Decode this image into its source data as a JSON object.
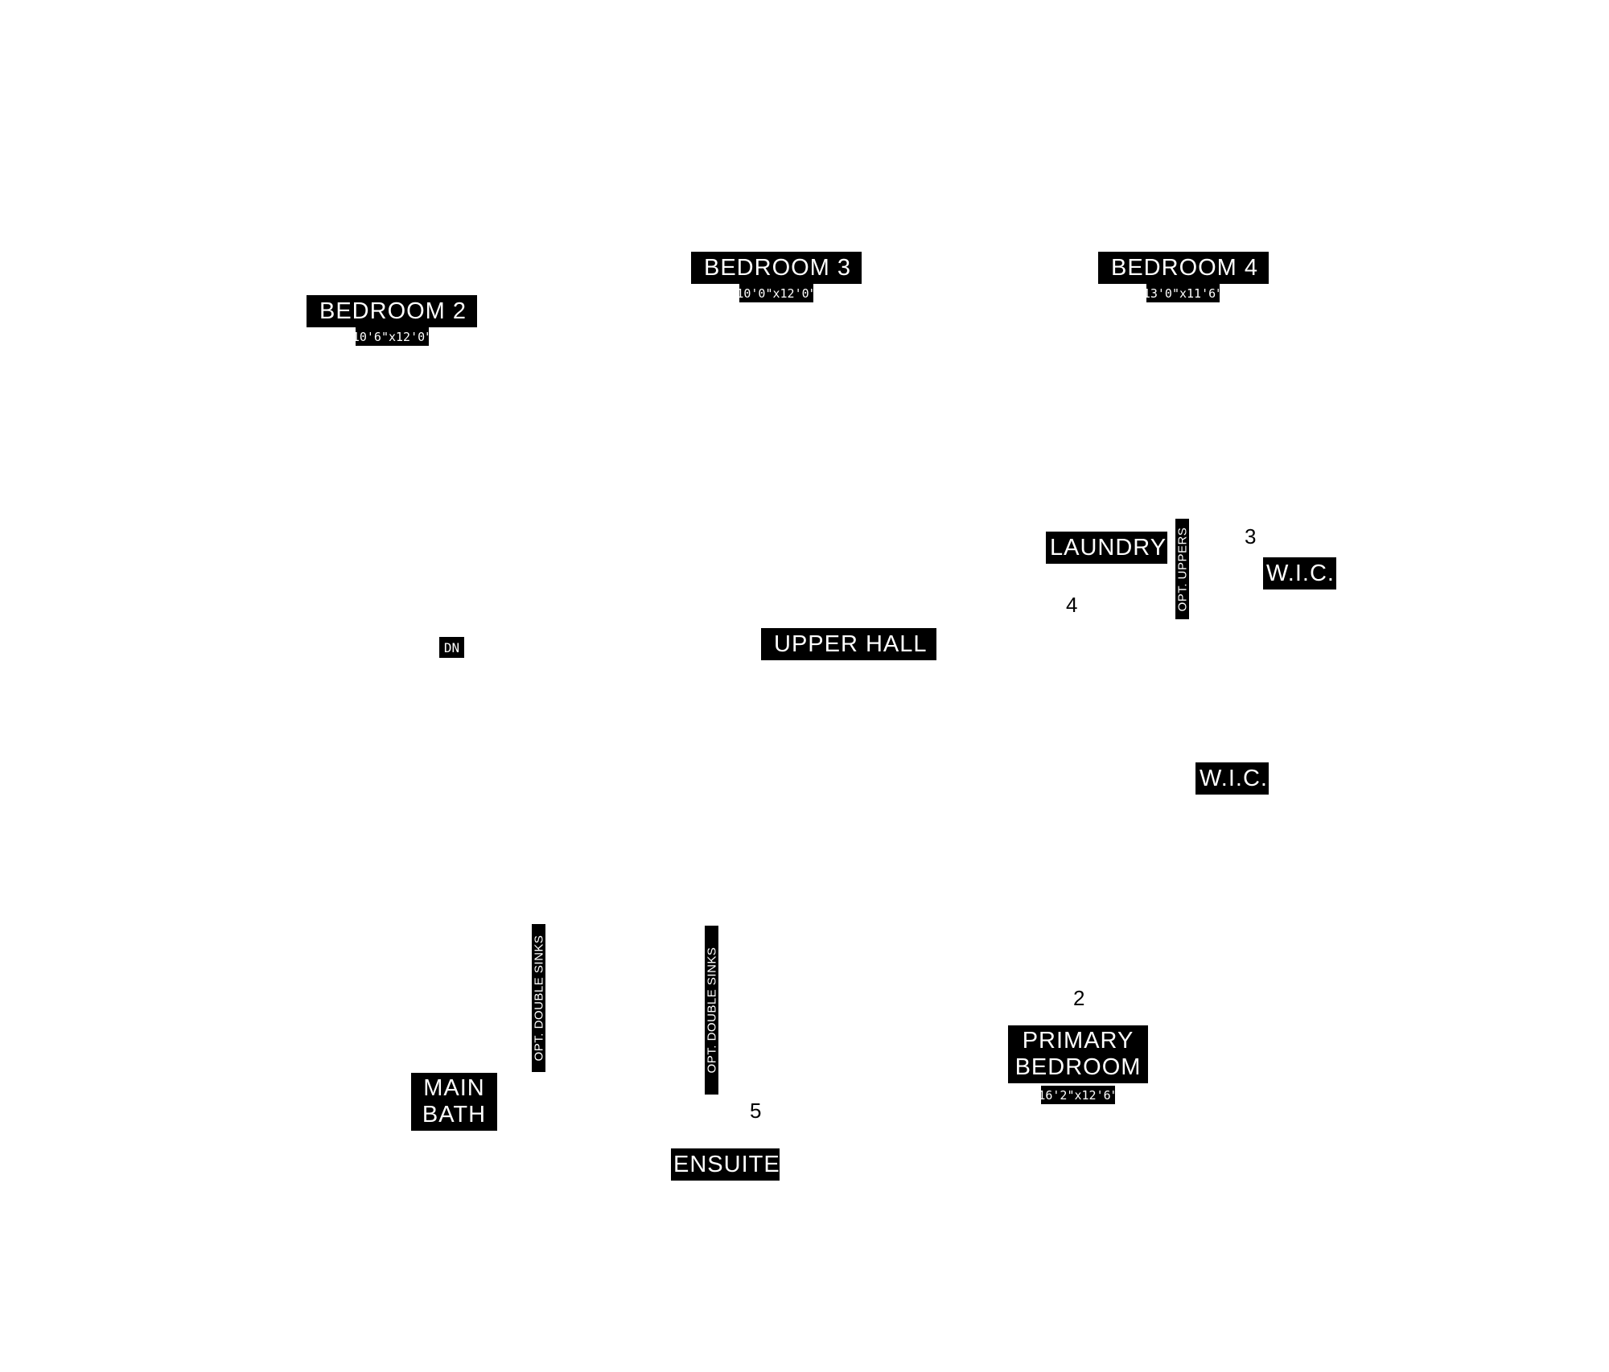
{
  "rooms": {
    "bedroom2": {
      "name": "BEDROOM 2",
      "dims": "10'6\"x12'0\""
    },
    "bedroom3": {
      "name": "BEDROOM 3",
      "dims": "10'0\"x12'0\""
    },
    "bedroom4": {
      "name": "BEDROOM 4",
      "dims": "13'0\"x11'6\""
    },
    "laundry": {
      "name": "LAUNDRY"
    },
    "wic_upper": {
      "name": "W.I.C."
    },
    "wic_lower": {
      "name": "W.I.C."
    },
    "upper_hall": {
      "name": "UPPER HALL"
    },
    "primary_bedroom": {
      "line1": "PRIMARY",
      "line2": "BEDROOM",
      "dims": "16'2\"x12'6\""
    },
    "main_bath": {
      "line1": "MAIN",
      "line2": "BATH"
    },
    "ensuite": {
      "name": "ENSUITE"
    }
  },
  "stair": {
    "label": "DN"
  },
  "notes": {
    "opt_uppers": "OPT. UPPERS",
    "opt_double_sinks_main": "OPT. DOUBLE SINKS",
    "opt_double_sinks_ensuite": "OPT. DOUBLE SINKS"
  },
  "markers": {
    "m2": "2",
    "m3": "3",
    "m4": "4",
    "m5": "5"
  }
}
